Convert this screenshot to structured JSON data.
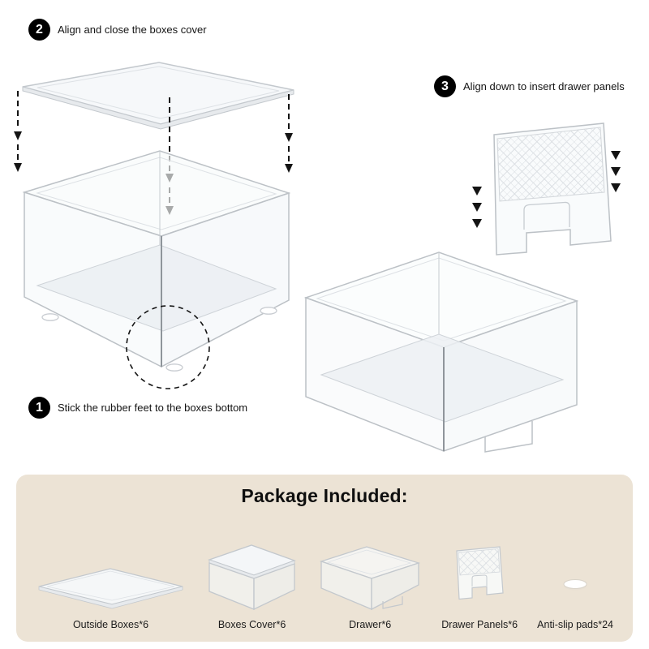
{
  "steps": {
    "step1": {
      "number": "1",
      "label": "Stick the rubber feet to the boxes bottom"
    },
    "step2": {
      "number": "2",
      "label": "Align and close the boxes cover"
    },
    "step3": {
      "number": "3",
      "label": "Align down to insert drawer panels"
    }
  },
  "package": {
    "title": "Package Included:",
    "items": [
      {
        "name": "outside-boxes",
        "label": "Outside Boxes*6"
      },
      {
        "name": "boxes-cover",
        "label": "Boxes Cover*6"
      },
      {
        "name": "drawer",
        "label": "Drawer*6"
      },
      {
        "name": "drawer-panels",
        "label": "Drawer Panels*6"
      },
      {
        "name": "anti-slip-pads",
        "label": "Anti-slip pads*24"
      }
    ]
  },
  "colors": {
    "step_badge": "#000000",
    "step_badge_text": "#ffffff",
    "package_background": "#ece3d5",
    "line_art": "#bcc1c6",
    "arrow": "#141414",
    "page_background": "#ffffff"
  }
}
